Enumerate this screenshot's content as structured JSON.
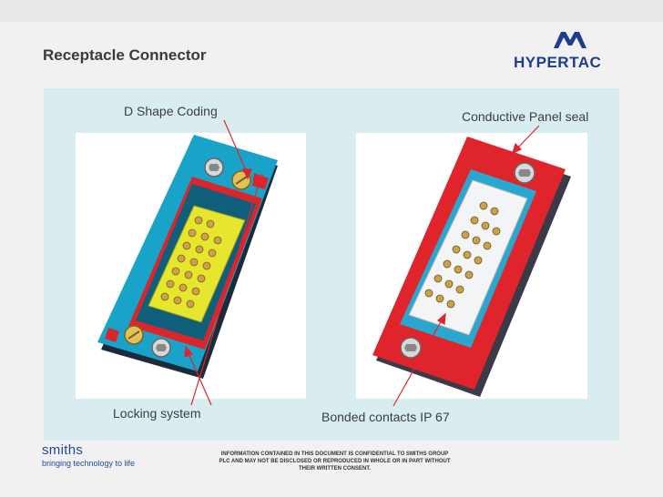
{
  "slide": {
    "title": "Receptacle Connector",
    "logo_text": "HYPERTAC",
    "labels": {
      "d_shape": "D Shape Coding",
      "panel_seal": "Conductive Panel seal",
      "locking": "Locking system",
      "bonded": "Bonded contacts IP 67"
    },
    "footer": {
      "brand": "smiths",
      "tagline": "bringing technology to life",
      "disclaimer": "INFORMATION CONTAINED IN THIS DOCUMENT IS CONFIDENTIAL TO SMITHS GROUP PLC AND MAY NOT BE DISCLOSED OR REPRODUCED IN WHOLE OR IN PART WITHOUT THEIR WRITTEN CONSENT."
    }
  },
  "colors": {
    "title": "#3a3a3a",
    "logo_blue": "#1f3d8f",
    "panel_bg": "#d9edf1",
    "connector_blue": "#1aa3c9",
    "connector_red": "#e0242b",
    "insert_yellow": "#e6e62e",
    "contact_gold": "#c9a24a",
    "arrow_red": "#e0242b"
  },
  "icons": [
    "hypertac-logo-icon",
    "smiths-logo"
  ]
}
